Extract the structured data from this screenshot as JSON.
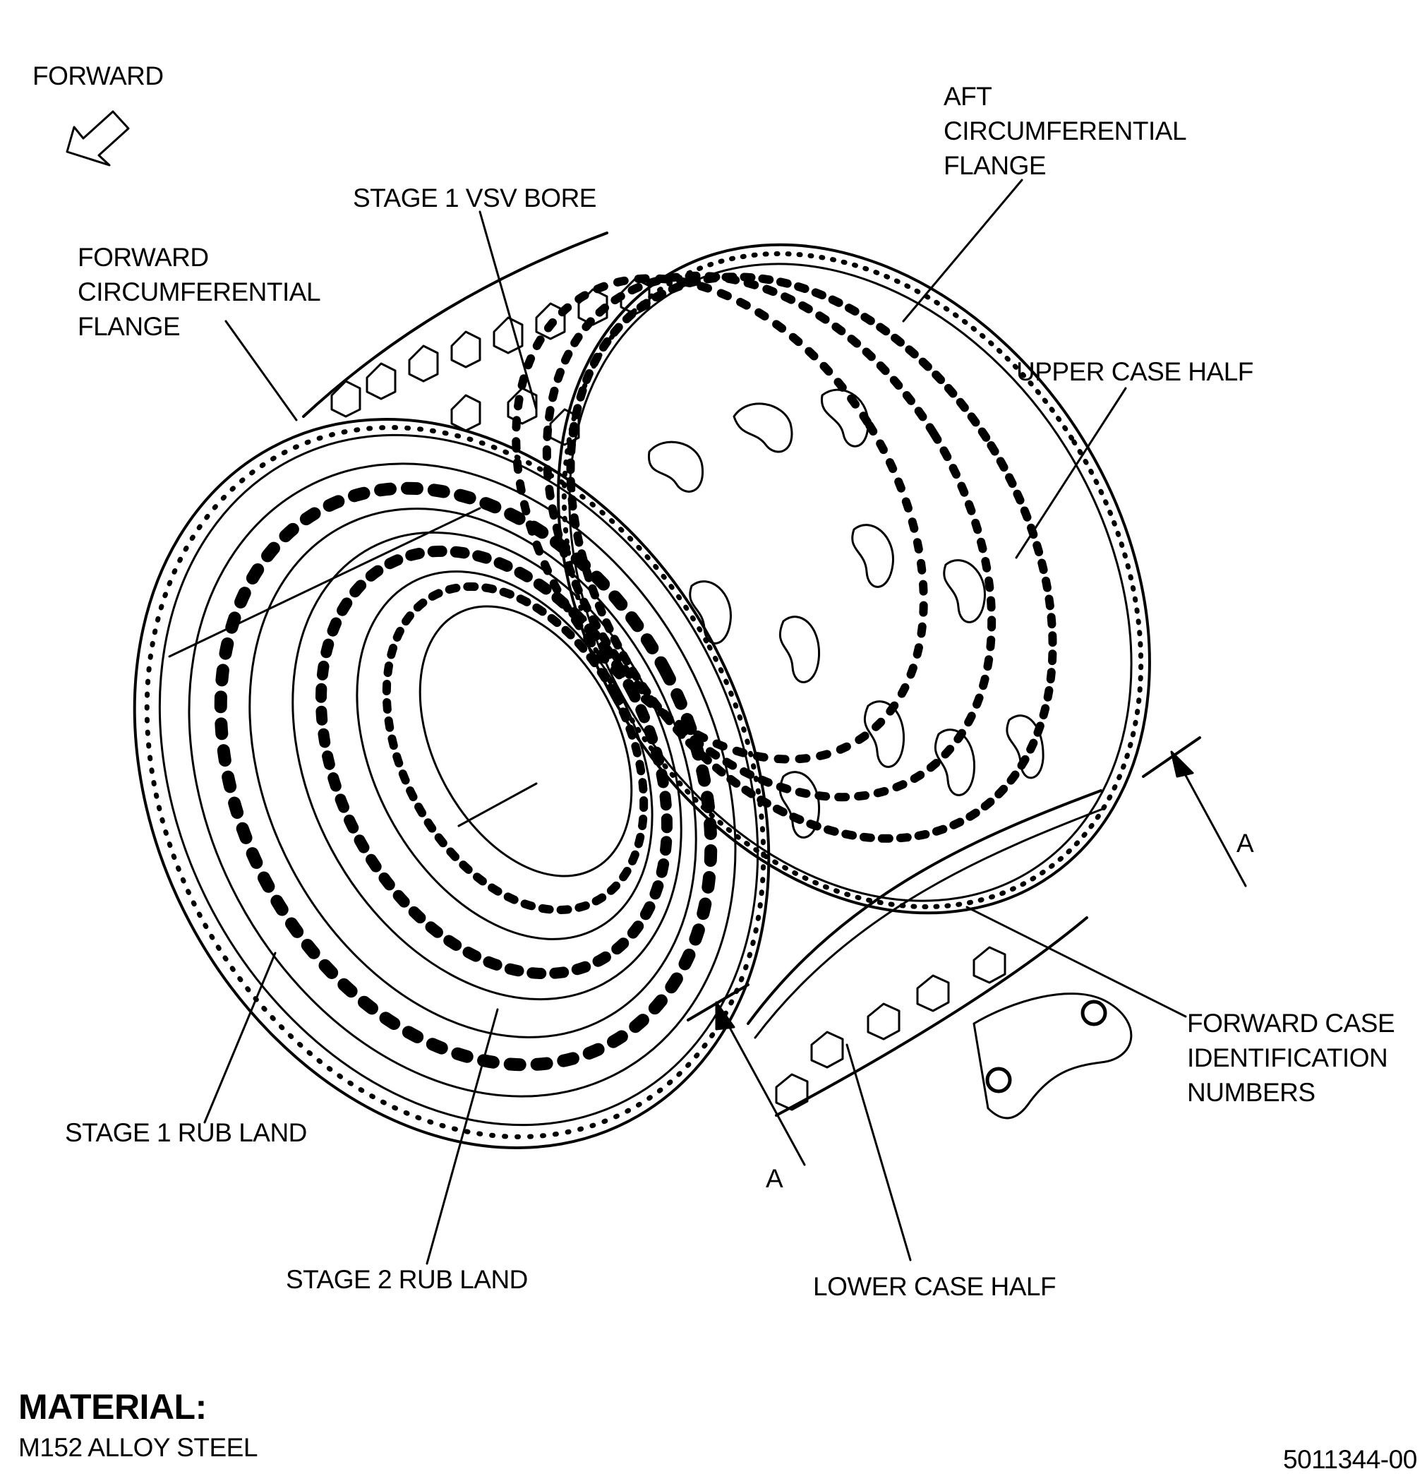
{
  "diagram": {
    "forward_arrow_label": "FORWARD",
    "labels": {
      "aft_flange": [
        "AFT",
        "CIRCUMFERENTIAL",
        "FLANGE"
      ],
      "stage1_vsv_bore": "STAGE 1 VSV BORE",
      "forward_flange": [
        "FORWARD",
        "CIRCUMFERENTIAL",
        "FLANGE"
      ],
      "upper_case_half": "UPPER CASE HALF",
      "view_a_right": "A",
      "view_a_bottom": "A",
      "forward_case_id": [
        "FORWARD CASE",
        "IDENTIFICATION",
        "NUMBERS"
      ],
      "stage1_rub_land": "STAGE 1 RUB LAND",
      "stage2_rub_land": "STAGE 2 RUB LAND",
      "lower_case_half": "LOWER CASE HALF"
    },
    "material_heading": "MATERIAL:",
    "material_value": "M152 ALLOY STEEL",
    "figure_number": "5011344-00"
  }
}
